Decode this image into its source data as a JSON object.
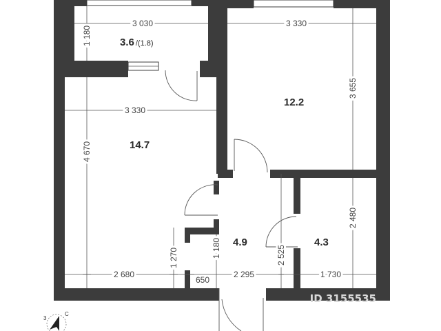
{
  "rooms": [
    {
      "id": "loggia",
      "area": "3.6",
      "sub": "/(1.8)"
    },
    {
      "id": "bedroom",
      "area": "12.2"
    },
    {
      "id": "living",
      "area": "14.7"
    },
    {
      "id": "hall",
      "area": "4.9"
    },
    {
      "id": "bath",
      "area": "4.3"
    }
  ],
  "dimensions": {
    "loggia_width": "3 030",
    "loggia_depth": "1 180",
    "bedroom_width": "3 330",
    "bedroom_depth": "3 655",
    "living_width": "3 330",
    "living_depth": "4 670",
    "kitchen_width": "2 680",
    "kitchen_depth": "1 270",
    "closet_depth": "1 180",
    "closet_width": "650",
    "hall_width": "2 295",
    "hall_depth": "2 525",
    "bath_width": "1 730",
    "bath_depth": "2 480"
  },
  "compass": {
    "n": "3",
    "c": "C"
  },
  "watermark": "ID 3155535",
  "colors": {
    "wall": "#3c3c3c",
    "line": "#555555"
  }
}
